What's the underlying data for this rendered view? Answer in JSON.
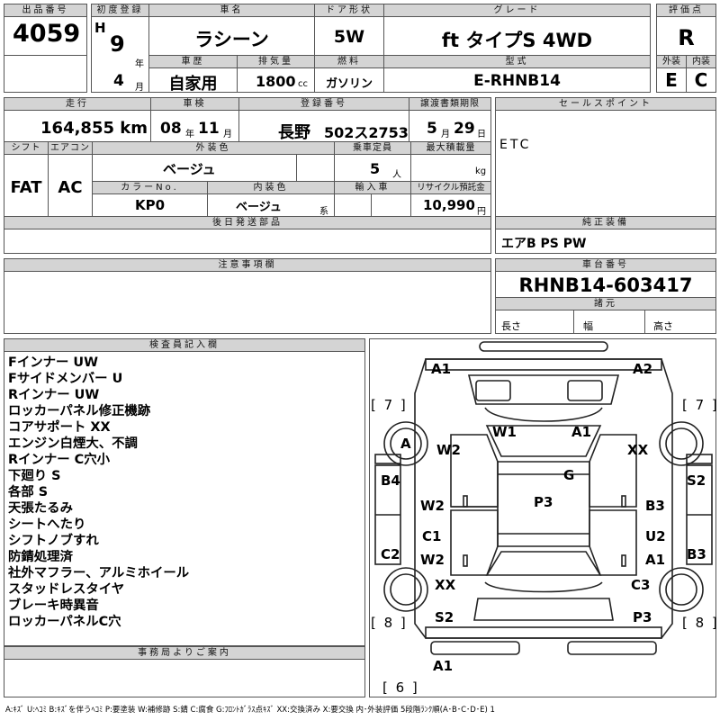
{
  "header": {
    "lot_no_label": "出品番号",
    "lot_no": "4059",
    "first_reg_label": "初度登録",
    "era": "H",
    "first_reg_year": "9",
    "year_unit": "年",
    "first_reg_month": "4",
    "month_unit": "月",
    "car_name_label": "車名",
    "car_name": "ラシーン",
    "door_label": "ドア形状",
    "door": "5W",
    "grade_label": "グレード",
    "grade": "ft タイプS 4WD",
    "score_label": "評価点",
    "score": "R",
    "history_label": "車歴",
    "history": "自家用",
    "displacement_label": "排気量",
    "displacement": "1800",
    "displacement_unit": "cc",
    "fuel_label": "燃料",
    "fuel": "ガソリン",
    "model_label": "型式",
    "model": "E-RHNB14",
    "exterior_label": "外装",
    "exterior": "E",
    "interior_label": "内装",
    "interior": "C"
  },
  "row2": {
    "mileage_label": "走行",
    "mileage": "164,855 km",
    "inspection_label": "車検",
    "insp_year": "08",
    "insp_year_unit": "年",
    "insp_month": "11",
    "insp_month_unit": "月",
    "reg_no_label": "登録番号",
    "reg_area": "長野",
    "reg_no": "502ス2753",
    "transfer_label": "譲渡書類期限",
    "transfer_month": "5",
    "transfer_month_unit": "月",
    "transfer_day": "29",
    "transfer_day_unit": "日",
    "sales_point_label": "セールスポイント",
    "sales_point": "ETC"
  },
  "row3": {
    "shift_label": "シフト",
    "shift": "FAT",
    "ac_label": "エアコン",
    "ac": "AC",
    "ext_color_label": "外装色",
    "ext_color": "ベージュ",
    "capacity_label": "乗車定員",
    "capacity": "5",
    "capacity_unit": "人",
    "max_load_label": "最大積載量",
    "max_load_unit": "kg",
    "color_no_label": "カラーNo.",
    "color_no": "KP0",
    "int_color_label": "内装色",
    "int_color": "ベージュ",
    "int_color_unit": "系",
    "import_label": "輸入車",
    "recycle_label": "リサイクル預託金",
    "recycle": "10,990",
    "recycle_unit": "円"
  },
  "row4": {
    "later_parts_label": "後日発送部品",
    "equipment_label": "純正装備",
    "equipment": "エアB PS PW"
  },
  "notes": {
    "caution_label": "注意事項欄",
    "chassis_label": "車台番号",
    "chassis": "RHNB14-603417",
    "specs_label": "諸元",
    "length_label": "長さ",
    "width_label": "幅",
    "height_label": "高さ"
  },
  "inspector": {
    "label": "検査員記入欄",
    "remarks": [
      "Fインナー UW",
      "Fサイドメンバー U",
      "Rインナー UW",
      "ロッカーパネル修正機跡",
      "コアサポート XX",
      "エンジン白煙大、不調",
      "Rインナー C穴小",
      "下廻り S",
      "各部 S",
      "天張たるみ",
      "シートへたり",
      "シフトノブすれ",
      "防錆処理済",
      "社外マフラー、アルミホイール",
      "スタッドレスタイヤ",
      "ブレーキ時異音",
      "ロッカーパネルC穴"
    ]
  },
  "office": {
    "label": "事務局よりご案内"
  },
  "diagram": {
    "marks": {
      "front_left": "A1",
      "front_right": "A2",
      "tire_fl": "A",
      "fender_fl": "W2",
      "fender_fr": "XX",
      "windshield": "W1",
      "hood": "A1",
      "roof": "G",
      "door_l": "B4",
      "door_l_front": "W2",
      "door_r_front": "B3",
      "door_r": "S2",
      "roof_center": "P3",
      "pillar_l": "C1",
      "pillar_r": "U2",
      "rear_door_l": "W2",
      "rear_door_r": "A1",
      "quarter_l": "C2",
      "quarter_r": "B3",
      "tire_rl_mark": "XX",
      "tire_rr_mark": "C3",
      "rear_l": "S2",
      "rear_r": "P3",
      "rear_bumper": "A1"
    },
    "tread": {
      "fl": "[ 7 ]",
      "fr": "[ 7 ]",
      "rl": "[ 8 ]",
      "rr": "[ 8 ]",
      "spare": "[ 6 ]"
    }
  },
  "legend": "A:ｷｽﾞ U:ﾍｺﾐ B:ｷｽﾞを伴うﾍｺﾐ P:要塗装 W:補修跡 S:錆 C:腐食 G:ﾌﾛﾝﾄｶﾞﾗｽ点ｷｽﾞ XX:交換済み X:要交換 内･外装評価 5段階ﾗﾝｸ順(A･B･C･D･E) 1"
}
